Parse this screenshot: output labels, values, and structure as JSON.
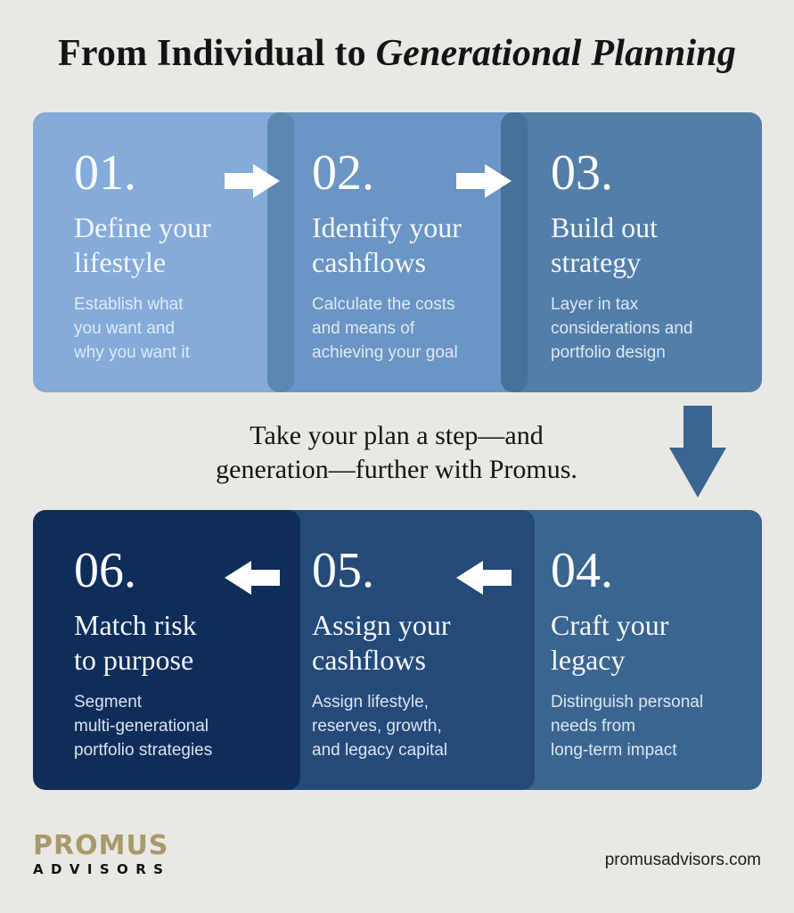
{
  "header": {
    "title_plain": "From Individual to ",
    "title_italic": "Generational Planning"
  },
  "steps": [
    {
      "number": "01.",
      "title": "Define your lifestyle",
      "title_line1": "Define your",
      "title_line2": "lifestyle",
      "description_lines": [
        "Establish what",
        "you want and",
        "why you want it"
      ],
      "color": "#84abd9"
    },
    {
      "number": "02.",
      "title": "Identify your cashflows",
      "title_line1": "Identify your",
      "title_line2": "cashflows",
      "description_lines": [
        "Calculate the costs",
        "and means of",
        "achieving your goal"
      ],
      "color": "#6a95c4"
    },
    {
      "number": "03.",
      "title": "Build out strategy",
      "title_line1": "Build out",
      "title_line2": "strategy",
      "description_lines": [
        "Layer in tax",
        "considerations and",
        "portfolio design"
      ],
      "color": "#527ea9"
    },
    {
      "number": "04.",
      "title": "Craft your legacy",
      "title_line1": "Craft your",
      "title_line2": "legacy",
      "description_lines": [
        "Distinguish personal",
        "needs from",
        "long-term impact"
      ],
      "color": "#3a6590"
    },
    {
      "number": "05.",
      "title": "Assign your cashflows",
      "title_line1": "Assign your",
      "title_line2": "cashflows",
      "description_lines": [
        "Assign lifestyle,",
        "reserves, growth,",
        "and legacy capital"
      ],
      "color": "#244a7a"
    },
    {
      "number": "06.",
      "title": "Match risk to purpose",
      "title_line1": "Match risk",
      "title_line2": "to purpose",
      "description_lines": [
        "Segment",
        "multi-generational",
        "portfolio strategies"
      ],
      "color": "#0f2d5a"
    }
  ],
  "flow": {
    "arrows": [
      {
        "from": "01",
        "to": "02",
        "direction": "right"
      },
      {
        "from": "02",
        "to": "03",
        "direction": "right"
      },
      {
        "from": "03",
        "to": "04",
        "direction": "down"
      },
      {
        "from": "04",
        "to": "05",
        "direction": "left"
      },
      {
        "from": "05",
        "to": "06",
        "direction": "left"
      }
    ],
    "down_arrow_color": "#3a6590"
  },
  "cta": {
    "line1": "Take your plan a step—and",
    "line2": "generation—further with Promus."
  },
  "footer": {
    "logo_top": "PROMUS",
    "logo_bottom": "ADVISORS",
    "logo_gold": "#a89a6b",
    "website": "promusadvisors.com"
  },
  "colors": {
    "background": "#eae8e4",
    "text_dark": "#141414"
  }
}
